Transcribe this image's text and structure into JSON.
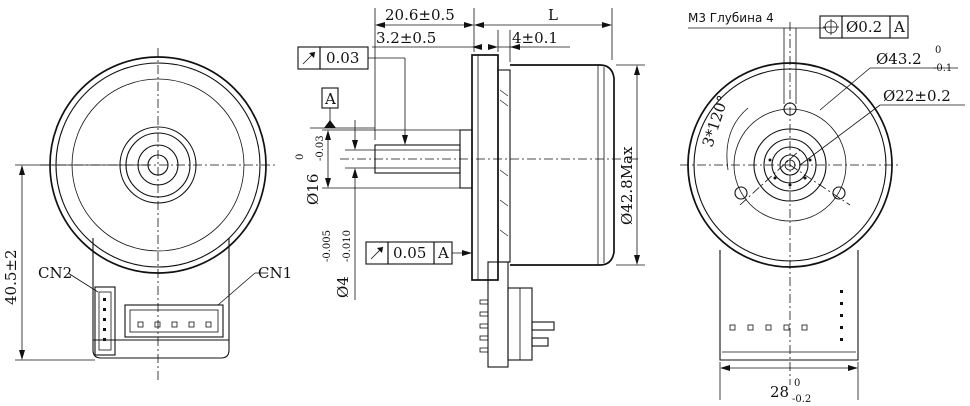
{
  "left_view": {
    "height_dim": "40.5±2",
    "connector_1": "CN1",
    "connector_2": "CN2"
  },
  "side_view": {
    "dim_overall_length": "L",
    "dim_shaft_length": "20.6±0.5",
    "dim_flange_offset": "3.2±0.5",
    "dim_body_step": "4±0.1",
    "runout_1_value": "0.03",
    "runout_2_value": "0.05",
    "runout_2_datum": "A",
    "datum_label": "A",
    "boss_dia_main": "Ø16",
    "boss_dia_tol_upper": "0",
    "boss_dia_tol_lower": "-0.03",
    "shaft_dia_main": "Ø4",
    "shaft_dia_tol_upper": "-0.005",
    "shaft_dia_tol_lower": "-0.010",
    "body_dia": "Ø42.8Max"
  },
  "right_view": {
    "thread_label": "M3 Глубина 4",
    "position_tolerance": "Ø0.2",
    "position_datum": "A",
    "outer_dia_main": "Ø43.2",
    "outer_dia_tol_upper": "0",
    "outer_dia_tol_lower": "-0.1",
    "pcd_dia": "Ø22±0.2",
    "hole_pattern": "3*120°",
    "width_main": "28",
    "width_tol_upper": "0",
    "width_tol_lower": "-0.2"
  },
  "icons": [
    "runout-arrow-icon",
    "position-crosshair-icon",
    "datum-triangle-icon"
  ]
}
